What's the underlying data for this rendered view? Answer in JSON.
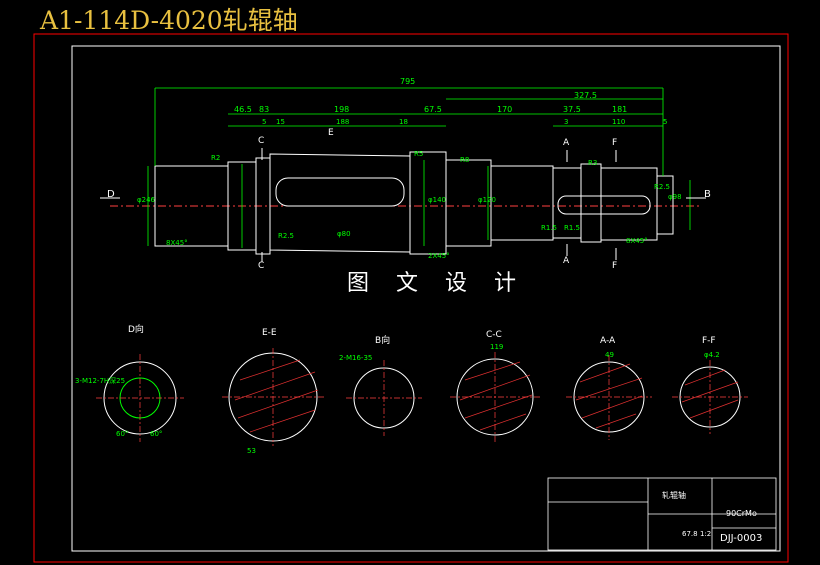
{
  "title": "A1-114D-4020轧辊轴",
  "watermark": "图 文 设 计",
  "colors": {
    "background": "#000000",
    "border": "#ff0000",
    "outline": "#ffffff",
    "dimension": "#00ff00",
    "centerline": "#ff4040",
    "hatch": "#e03030",
    "title": "#e8c040"
  },
  "dimensions": {
    "overall": "795",
    "d1": "46.5",
    "d2": "83",
    "d3": "198",
    "d4": "67.5",
    "d5": "170",
    "d6": "37.5",
    "d7": "181",
    "d8": "327.5",
    "d9": "5",
    "d10": "15",
    "d11": "188",
    "d12": "18",
    "d13": "3",
    "d14": "110",
    "d15": "5",
    "r1": "R2",
    "r2": "R5",
    "r3": "R8",
    "r4": "R3",
    "chamfer1": "8X45°",
    "chamfer2": "8X45°",
    "chamfer3": "2X45°",
    "d_left": "φ246",
    "d_right": "φ98",
    "r5": "R2.5",
    "r6": "R1.5",
    "r7": "R1.5",
    "taper": "φ80",
    "k1": "φ140",
    "k2": "φ120",
    "r8": "R2.5"
  },
  "section_marks": {
    "C": "C",
    "E": "E",
    "A": "A",
    "F": "F",
    "D": "D",
    "B": "B"
  },
  "views": {
    "d_view": "D向",
    "e_e": "E-E",
    "b_view": "B向",
    "c_c": "C-C",
    "a_a": "A-A",
    "f_f": "F-F",
    "d_note": "3-M12-7H深25",
    "b_note": "2-M16-35",
    "e_dim": "53",
    "c_dim": "119",
    "a_dim": "49",
    "f_dim": "φ4.2",
    "d_ang1": "60°",
    "d_ang2": "60°"
  },
  "title_block": {
    "part_name": "轧辊轴",
    "material": "90CrMo",
    "drawing_no": "DJJ-0003",
    "scale": "1:2",
    "weight": "67.8"
  }
}
